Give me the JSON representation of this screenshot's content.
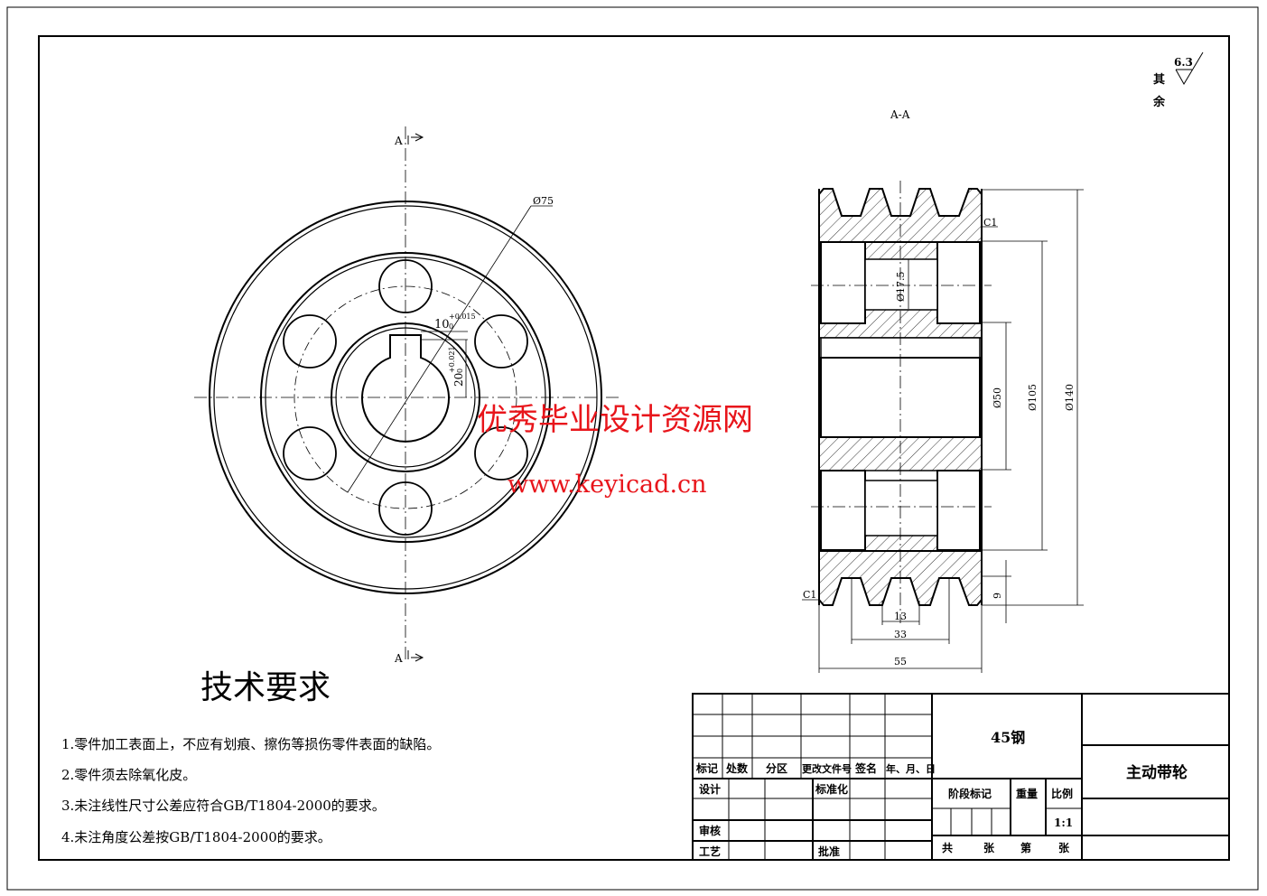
{
  "roughness": {
    "value": "6.3",
    "label_1": "其",
    "label_2": "余"
  },
  "section_label": "A-A",
  "section_marks": {
    "top": "A",
    "bottom": "A"
  },
  "front_view_dims": {
    "bolt_circle": "Ø75",
    "keyway_width": "10",
    "keyway_width_tol": "+0.015",
    "keyway_width_tol_low": "0",
    "keyway_depth": "20",
    "keyway_depth_tol": "+0.021",
    "keyway_depth_tol_low": "0"
  },
  "section_dims": {
    "chamfer_top": "C1",
    "chamfer_bottom": "C1",
    "hole_dia": "Ø17.5",
    "bore": "Ø50",
    "hole_circle": "Ø105",
    "outer": "Ø140",
    "groove_depth": "9",
    "groove_width": "13",
    "groove_pitch": "33",
    "width": "55"
  },
  "watermark": {
    "title": "优秀毕业设计资源网",
    "url": "www.keyicad.cn"
  },
  "tech_req": {
    "title": "技术要求",
    "items": [
      "1.零件加工表面上，不应有划痕、擦伤等损伤零件表面的缺陷。",
      "2.零件须去除氧化皮。",
      "3.未注线性尺寸公差应符合GB/T1804-2000的要求。",
      "4.未注角度公差按GB/T1804-2000的要求。"
    ]
  },
  "title_block": {
    "header": [
      "标记",
      "处数",
      "分区",
      "更改文件号",
      "签名",
      "年、月、日"
    ],
    "design": "设计",
    "standard": "标准化",
    "review": "审核",
    "process": "工艺",
    "approve": "批准",
    "material": "45钢",
    "stage": "阶段标记",
    "weight": "重量",
    "scale_label": "比例",
    "scale": "1:1",
    "total": "共",
    "sheets": "张",
    "no": "第",
    "sheet": "张",
    "part_name": "主动带轮"
  }
}
